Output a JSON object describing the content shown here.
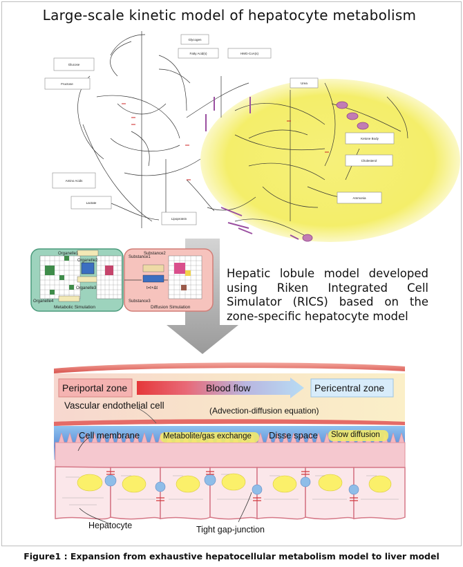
{
  "title": "Large-scale kinetic model of hepatocyte metabolism",
  "pathway_boxes": [
    "Glycogen",
    "Fatty Acid(s)",
    "HMG-CoA(s)",
    "Glucose",
    "Fructose",
    "Urea",
    "Ketone Body",
    "Cholesterol",
    "Amino Acids",
    "Lactate",
    "Lipoprotein",
    "Ammonia"
  ],
  "rics_panel": {
    "organelle_labels": [
      "Organelle1",
      "Organelle2",
      "Organelle3",
      "Organelle4"
    ],
    "metabolic_label": "Metabolic Simulation",
    "substance_labels": [
      "Substance1",
      "Substance2",
      "Substance3"
    ],
    "diffusion_label": "Diffusion Simulation",
    "time_label": "t=t+Δt"
  },
  "description": "Hepatic lobule model developed using Riken Integrated Cell Simulator (RICS) based on the zone-specific hepatocyte model",
  "lobule": {
    "periportal": "Periportal zone",
    "blood_flow": "Blood flow",
    "pericentral": "Pericentral zone",
    "endothelial": "Vascular endothelial cell",
    "equation": "(Advection-diffusion equation)",
    "cell_membrane": "Cell membrane",
    "exchange": "Metabolite/gas exchange",
    "disse": "Disse space",
    "slow_diffusion": "Slow diffusion",
    "hepatocyte": "Hepatocyte",
    "junction": "Tight gap-junction"
  },
  "caption": "Figure1 : Expansion from exhaustive hepatocellular metabolism model to liver model"
}
